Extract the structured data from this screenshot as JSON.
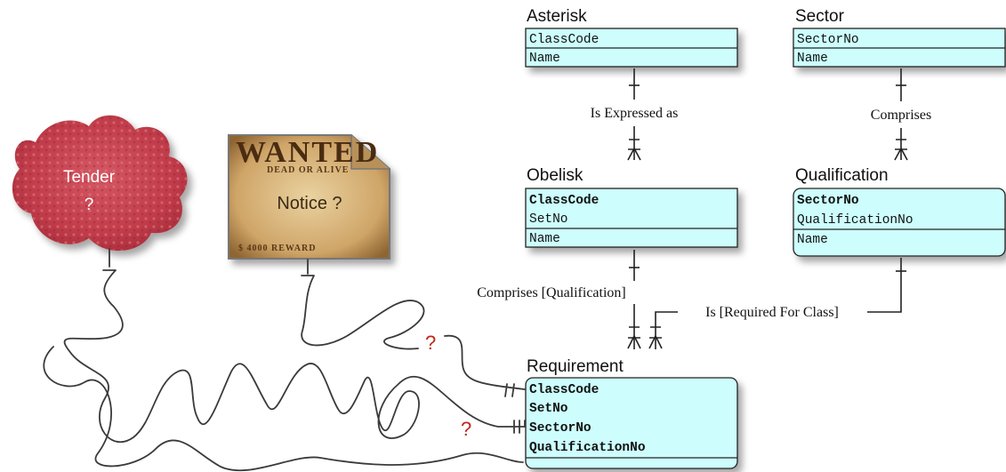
{
  "entities": {
    "asterisk": {
      "title": "Asterisk",
      "rows": [
        "ClassCode",
        "Name"
      ]
    },
    "sector": {
      "title": "Sector",
      "rows": [
        "SectorNo",
        "Name"
      ]
    },
    "obelisk": {
      "title": "Obelisk",
      "rows": [
        "ClassCode",
        "SetNo",
        "Name"
      ]
    },
    "qualification": {
      "title": "Qualification",
      "rows": [
        "SectorNo",
        "QualificationNo",
        "Name"
      ]
    },
    "requirement": {
      "title": "Requirement",
      "rows": [
        "ClassCode",
        "SetNo",
        "SectorNo",
        "QualificationNo"
      ]
    }
  },
  "relationships": {
    "asterisk_obelisk": "Is Expressed as",
    "sector_qualification": "Comprises",
    "obelisk_requirement": "Comprises [Qualification]",
    "qualification_requirement": "Is [Required For Class]"
  },
  "blobs": {
    "tender": {
      "line1": "Tender",
      "line2": "?"
    },
    "notice": {
      "text": "Notice ?",
      "poster_title": "WANTED",
      "poster_sub": "DEAD OR ALIVE",
      "poster_reward": "$ 4000 REWARD"
    }
  },
  "question_marks": {
    "q1": "?",
    "q2": "?"
  },
  "colors": {
    "entity_fill": "#cdfdfd",
    "tender_fill": "#c4404e",
    "notice_fill": "#d7b27a",
    "question": "#c0271a"
  }
}
